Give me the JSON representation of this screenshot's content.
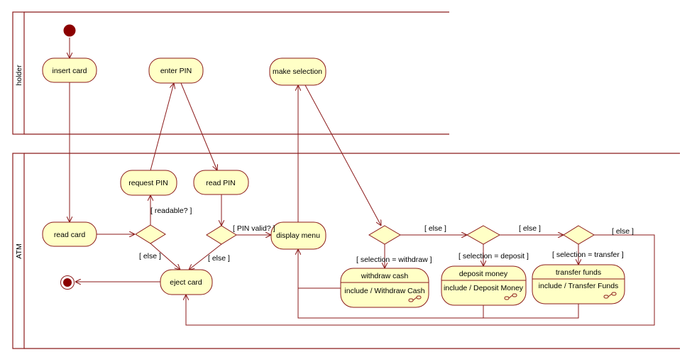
{
  "colors": {
    "line": "#8b1a1a",
    "node_fill": "#ffffc6",
    "start": "#8b0000",
    "text": "#000000"
  },
  "swimlanes": [
    {
      "label": "holder"
    },
    {
      "label": "ATM"
    }
  ],
  "actions": {
    "insert_card": "insert card",
    "enter_pin": "enter PIN",
    "make_selection": "make selection",
    "request_pin": "request PIN",
    "read_pin": "read PIN",
    "read_card": "read card",
    "display_menu": "display menu",
    "eject_card": "eject card"
  },
  "activities": {
    "withdraw": {
      "title": "withdraw cash",
      "include": "include / Withdraw Cash"
    },
    "deposit": {
      "title": "deposit money",
      "include": "include / Deposit Money"
    },
    "transfer": {
      "title": "transfer funds",
      "include": "include / Transfer Funds"
    }
  },
  "guards": {
    "readable": "[ readable? ]",
    "else_card": "[ else ]",
    "pin_valid": "[ PIN valid? ]",
    "else_pin": "[ else ]",
    "else_1": "[ else ]",
    "else_2": "[ else ]",
    "else_3": "[ else ]",
    "sel_withdraw": "[ selection = withdraw ]",
    "sel_deposit": "[ selection = deposit ]",
    "sel_transfer": "[ selection = transfer ]"
  }
}
